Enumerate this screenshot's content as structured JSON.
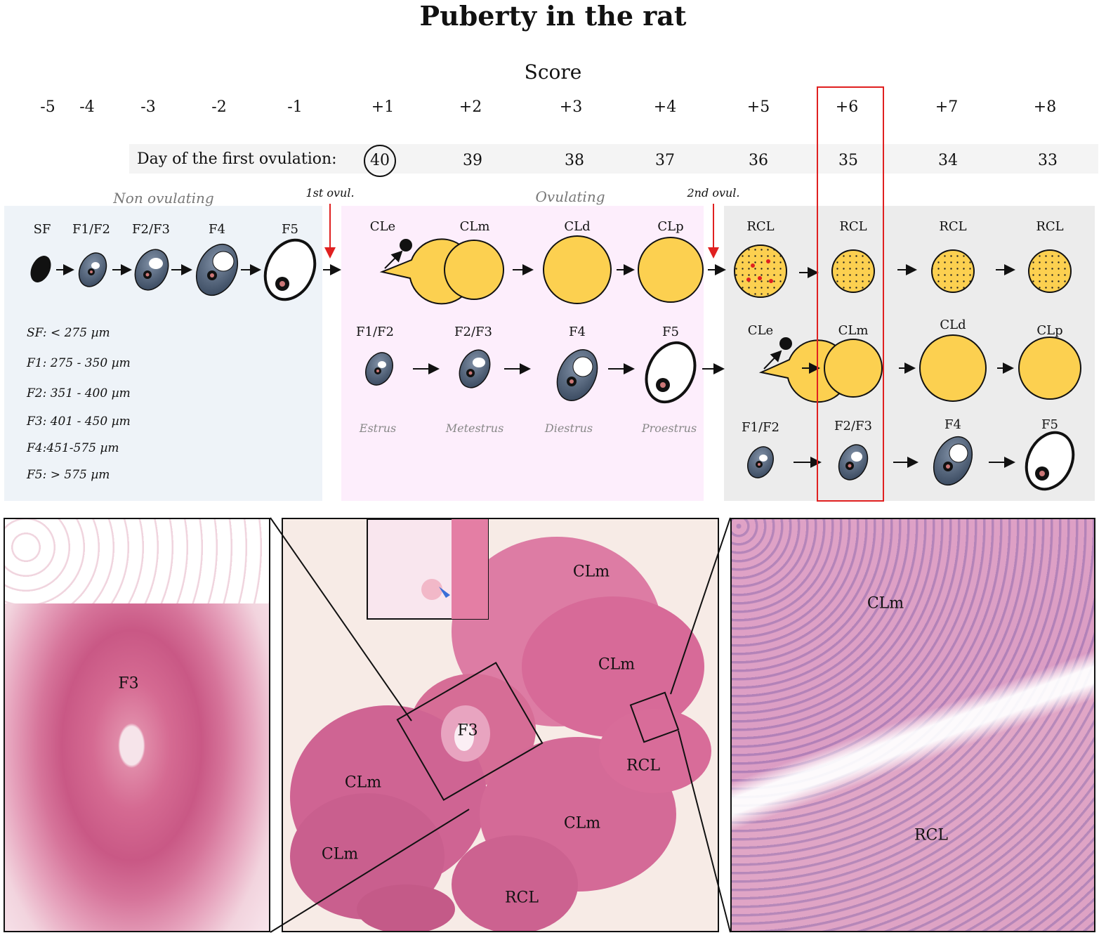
{
  "title": "Puberty in the rat",
  "score_label": "Score",
  "scores": [
    "-5",
    "-4",
    "-3",
    "-2",
    "-1",
    "+1",
    "+2",
    "+3",
    "+4",
    "+5",
    "+6",
    "+7",
    "+8"
  ],
  "day_label": "Day of the first ovulation:",
  "days": [
    "40",
    "39",
    "38",
    "37",
    "36",
    "35",
    "34",
    "33"
  ],
  "phases": {
    "non_ovulating": "Non ovulating",
    "ovulating": "Ovulating",
    "first_ovul": "1st ovul.",
    "second_ovul": "2nd ovul."
  },
  "row1_stages": [
    "SF",
    "F1/F2",
    "F2/F3",
    "F4",
    "F5",
    "CLe",
    "CLm",
    "CLd",
    "CLp",
    "RCL",
    "RCL",
    "RCL",
    "RCL"
  ],
  "row2_stages": [
    "F1/F2",
    "F2/F3",
    "F4",
    "F5",
    "CLe",
    "CLm",
    "CLd",
    "CLp"
  ],
  "row3_stages": [
    "F1/F2",
    "F2/F3",
    "F4",
    "F5"
  ],
  "cycle_phases": [
    "Estrus",
    "Metestrus",
    "Diestrus",
    "Proestrus"
  ],
  "size_ranges": [
    "SF: < 275 µm",
    "F1: 275 - 350 µm",
    "F2: 351 - 400 µm",
    "F3: 401 - 450 µm",
    "F4:451-575 µm",
    "F5: > 575 µm"
  ],
  "photo_labels": {
    "left": "F3",
    "mid_clm_top": "CLm",
    "mid_clm_right": "CLm",
    "mid_f3": "F3",
    "mid_rcl_right": "RCL",
    "mid_clm_left": "CLm",
    "mid_clm_bottom_right": "CLm",
    "mid_clm_bottom_left": "CLm",
    "mid_rcl_bottom": "RCL",
    "right_clm": "CLm",
    "right_rcl": "RCL"
  },
  "colors": {
    "follicle": "#4a5a70",
    "corpus_luteum": "#fcd050",
    "highlight": "#e02020",
    "panel_non_ovulating": "#eef3f8",
    "panel_ovulating": "#fdeefc",
    "panel_post": "#ececec",
    "tissue": "#d66d96"
  }
}
